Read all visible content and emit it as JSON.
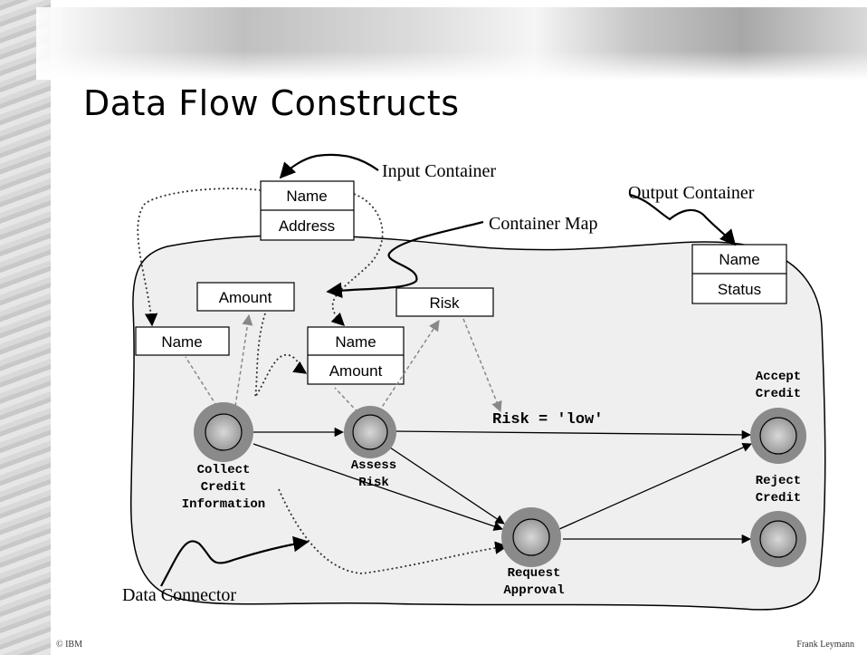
{
  "title": "Data Flow Constructs",
  "containers": {
    "input": {
      "fields": [
        "Name",
        "Address"
      ]
    },
    "output": {
      "fields": [
        "Name",
        "Status"
      ]
    },
    "collect_out": {
      "fields": [
        "Amount"
      ]
    },
    "collect_in": {
      "fields": [
        "Name"
      ]
    },
    "assess_in": {
      "fields": [
        "Name",
        "Amount"
      ]
    },
    "assess_out": {
      "fields": [
        "Risk"
      ]
    }
  },
  "callouts": {
    "input_container": "Input Container",
    "output_container": "Output Container",
    "container_map": "Container Map",
    "data_connector": "Data Connector"
  },
  "activities": {
    "collect": [
      "Collect",
      "Credit",
      "Information"
    ],
    "assess": [
      "Assess",
      "Risk"
    ],
    "request": [
      "Request",
      "Approval"
    ],
    "accept": [
      "Accept",
      "Credit"
    ],
    "reject": [
      "Reject",
      "Credit"
    ]
  },
  "condition": "Risk = 'low'",
  "footer": {
    "left": "© IBM",
    "right": "Frank Leymann"
  }
}
